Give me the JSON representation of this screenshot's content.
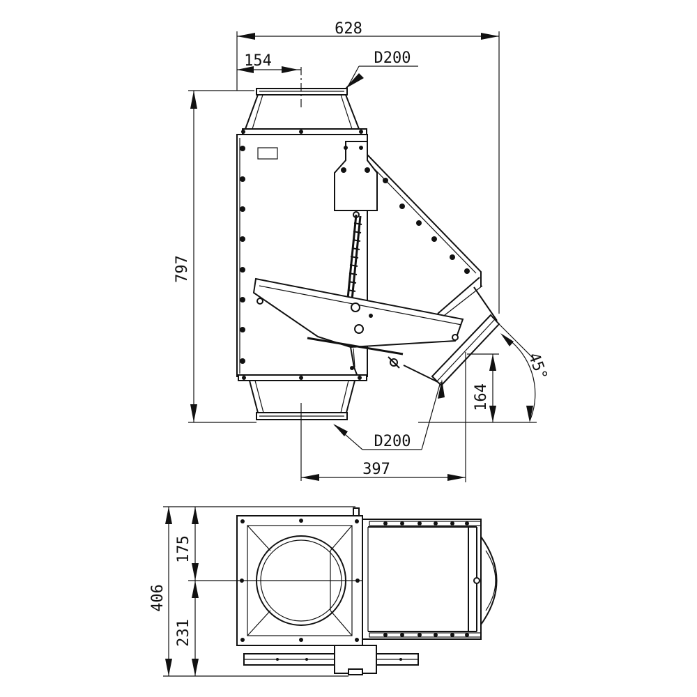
{
  "drawing": {
    "dimensions": {
      "total_width": "628",
      "inlet_offset": "154",
      "inlet_diameter": "D200",
      "total_height": "797",
      "outlet_diameter": "D200",
      "outlet_offset": "397",
      "branch_height": "164",
      "branch_angle": "45°",
      "plan_depth": "406",
      "plan_upper": "175",
      "plan_lower": "231"
    }
  }
}
